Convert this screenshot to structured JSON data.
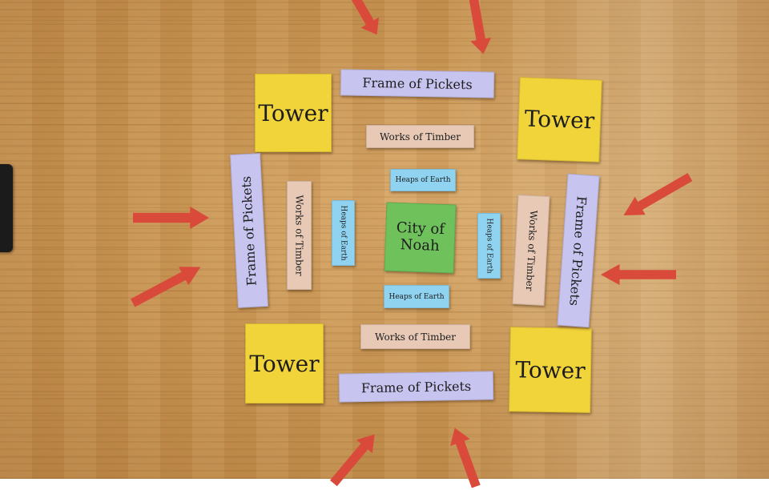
{
  "scene": {
    "center": {
      "label_line1": "City of",
      "label_line2": "Noah"
    },
    "towers": [
      "Tower",
      "Tower",
      "Tower",
      "Tower"
    ],
    "frames": [
      "Frame of Pickets",
      "Frame of Pickets",
      "Frame of Pickets",
      "Frame of Pickets"
    ],
    "works": [
      "Works of Timber",
      "Works of Timber",
      "Works of Timber",
      "Works of Timber"
    ],
    "heaps": [
      "Heaps of Earth",
      "Heaps of Earth",
      "Heaps of Earth",
      "Heaps of Earth"
    ],
    "arrows": [
      "",
      "",
      "",
      "",
      "",
      "",
      "",
      "",
      ""
    ],
    "colors": {
      "tower": "#f1d33a",
      "frame": "#c8c4f0",
      "works": "#e7c9b6",
      "heaps": "#8fd3f0",
      "city": "#6fc15c",
      "arrow": "#d94a3a",
      "table": "#c99654"
    }
  }
}
